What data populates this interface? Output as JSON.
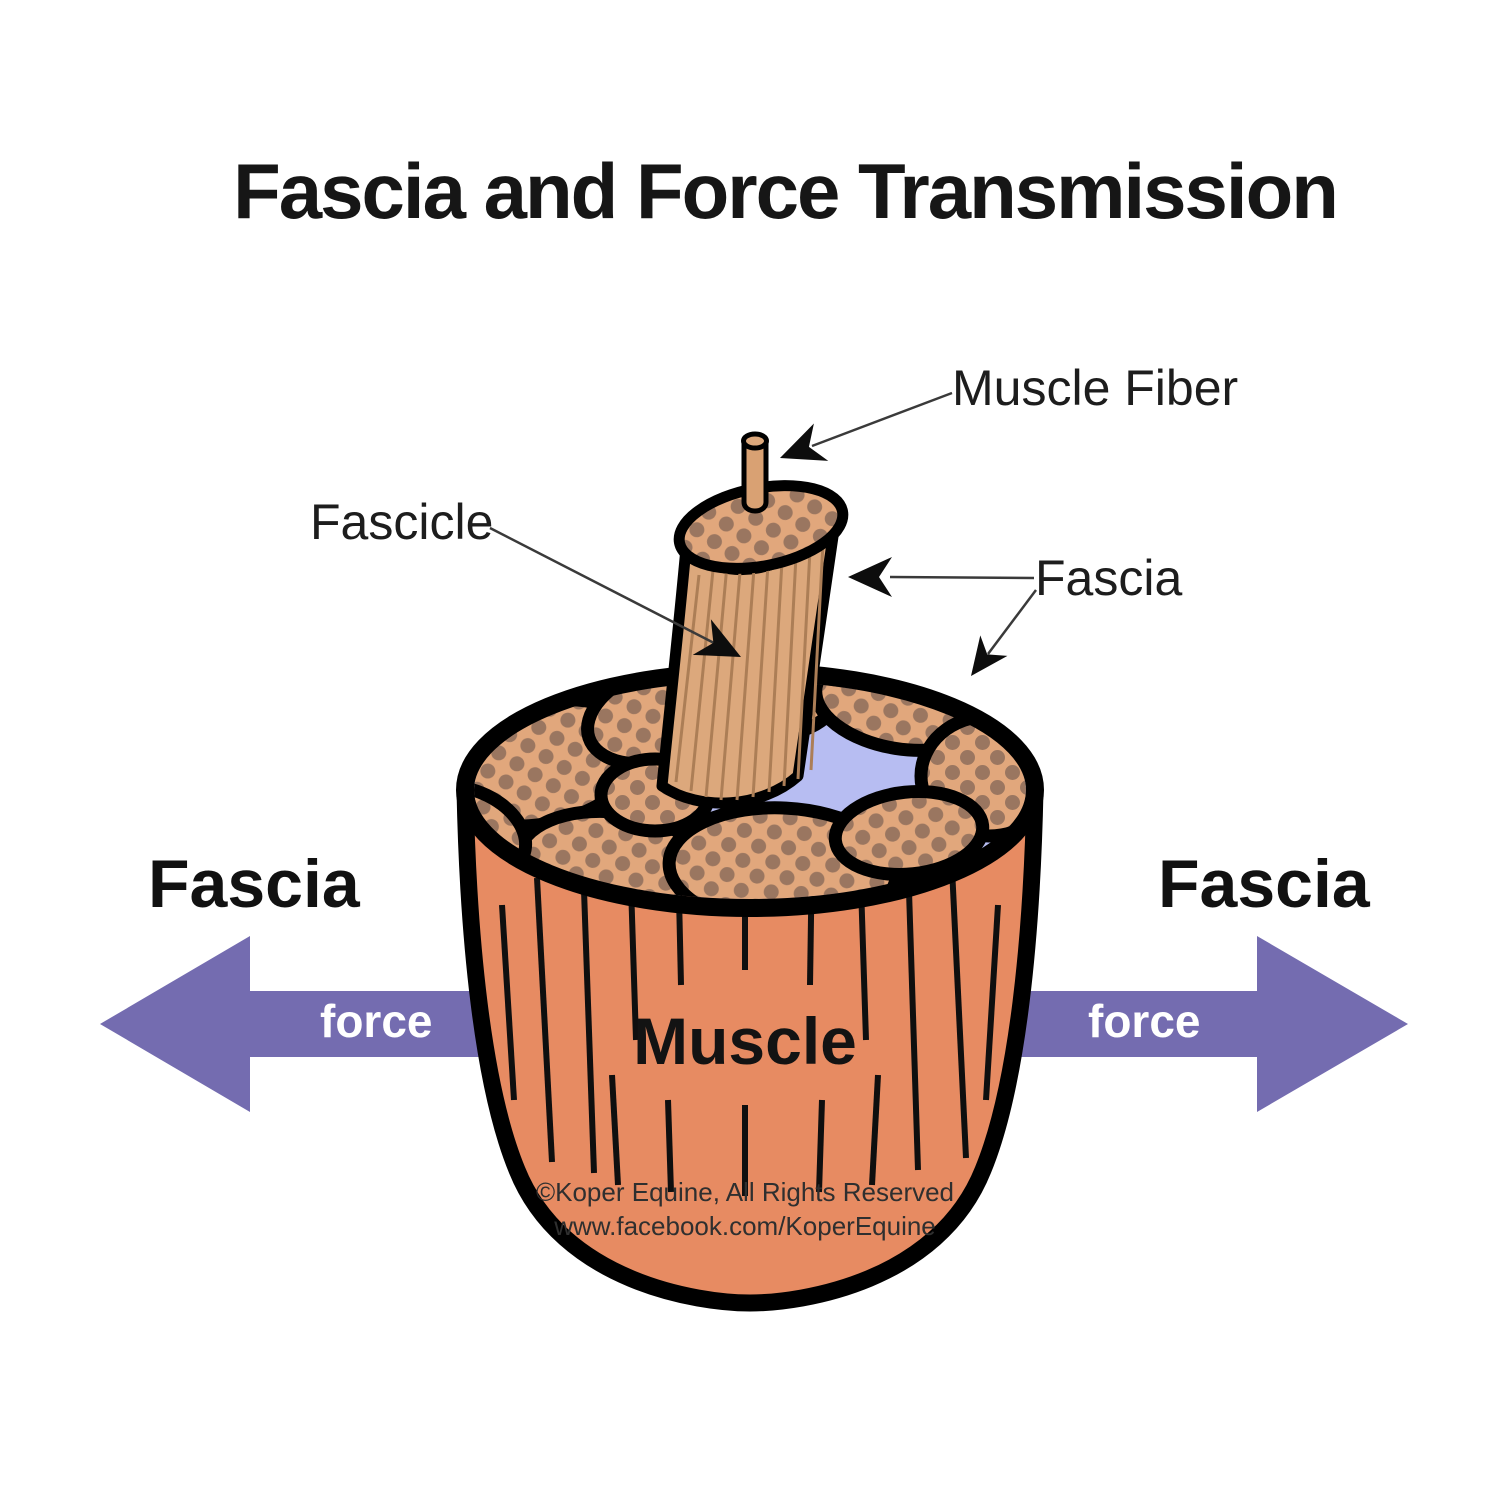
{
  "title": "Fascia and Force Transmission",
  "diagram": {
    "callouts": {
      "muscle_fiber": "Muscle Fiber",
      "fascicle": "Fascicle",
      "fascia": "Fascia"
    },
    "side_labels": {
      "left": "Fascia",
      "right": "Fascia"
    },
    "force_arrows": {
      "left": "force",
      "right": "force"
    },
    "muscle_label": "Muscle"
  },
  "footer": {
    "copyright": "©Koper Equine, All Rights Reserved",
    "website": "www.facebook.com/KoperEquine"
  },
  "colors": {
    "arrow_purple": "#746CB0",
    "muscle_body": "#E78B62",
    "fascicle_tan": "#DCA87C",
    "fascicle_dot_brown": "#9A7660",
    "fascia_periwinkle": "#B7BDF2",
    "outline_black": "#000000",
    "force_text_white": "#FFFFFF",
    "label_text": "#1D1D1D"
  }
}
